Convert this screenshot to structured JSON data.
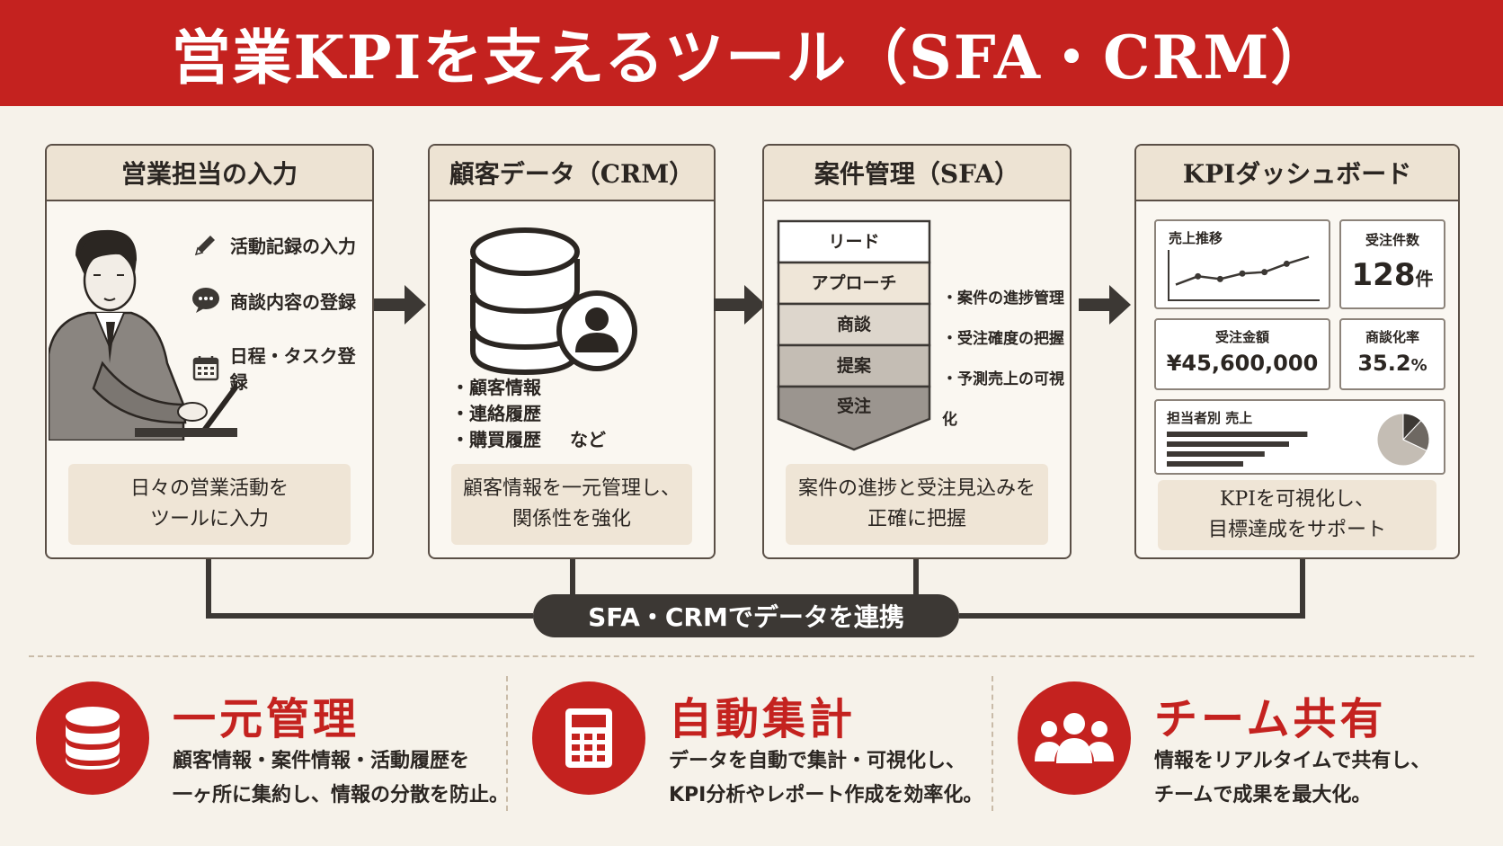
{
  "header": {
    "title": "営業KPIを支えるツール（SFA・CRM）"
  },
  "panels": {
    "input": {
      "title": "営業担当の入力",
      "items": [
        "活動記録の入力",
        "商談内容の登録",
        "日程・タスク登録"
      ],
      "footer": [
        "日々の営業活動を",
        "ツールに入力"
      ]
    },
    "crm": {
      "title": "顧客データ（CRM）",
      "bullets": [
        "・顧客情報",
        "・連絡履歴",
        "・購買履歴"
      ],
      "etc": "など",
      "footer": [
        "顧客情報を一元管理し、",
        "関係性を強化"
      ]
    },
    "sfa": {
      "title": "案件管理（SFA）",
      "stages": [
        "リード",
        "アプローチ",
        "商談",
        "提案",
        "受注"
      ],
      "notes": [
        "・案件の進捗管理",
        "・受注確度の把握",
        "・予測売上の可視化"
      ],
      "footer": [
        "案件の進捗と受注見込みを",
        "正確に把握"
      ]
    },
    "kpi": {
      "title": "KPIダッシュボード",
      "sales_trend": {
        "label": "売上推移",
        "points": [
          2,
          3.2,
          2.8,
          3.6,
          3.8,
          5,
          6
        ]
      },
      "orders": {
        "label": "受注件数",
        "value": "128",
        "unit": "件"
      },
      "amount": {
        "label": "受注金額",
        "value": "¥45,600,000"
      },
      "conversion": {
        "label": "商談化率",
        "value": "35.2",
        "unit": "%"
      },
      "by_rep": {
        "label": "担当者別 売上",
        "bars": [
          0.92,
          0.8,
          0.64,
          0.5
        ],
        "pie": [
          0.12,
          0.2,
          0.68
        ]
      },
      "footer": [
        "KPIを可視化し、",
        "目標達成をサポート"
      ]
    }
  },
  "connector": {
    "label": "SFA・CRMでデータを連携"
  },
  "features": [
    {
      "title": "一元管理",
      "desc": [
        "顧客情報・案件情報・活動履歴を",
        "一ヶ所に集約し、情報の分散を防止。"
      ]
    },
    {
      "title": "自動集計",
      "desc": [
        "データを自動で集計・可視化し、",
        "KPI分析やレポート作成を効率化。"
      ]
    },
    {
      "title": "チーム共有",
      "desc": [
        "情報をリアルタイムで共有し、",
        "チームで成果を最大化。"
      ]
    }
  ],
  "colors": {
    "accent": "#c4221f",
    "dark": "#3c3834",
    "panel_head": "#ede3d3",
    "background": "#f6f2ea"
  }
}
